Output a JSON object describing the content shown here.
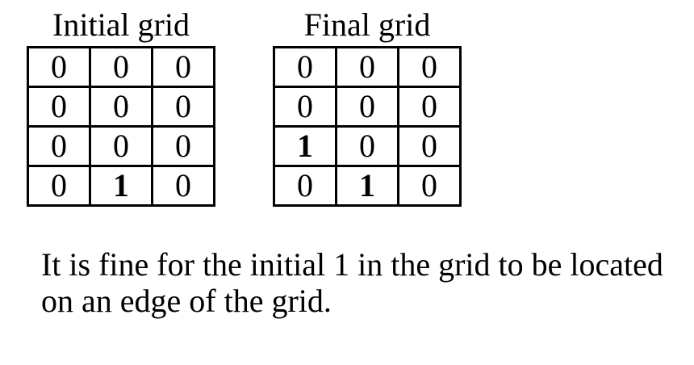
{
  "page": {
    "background": "#ffffff",
    "text_color": "#000000",
    "border_color": "#000000"
  },
  "initial_grid": {
    "title": "Initial grid",
    "rows": [
      [
        "0",
        "0",
        "0"
      ],
      [
        "0",
        "0",
        "0"
      ],
      [
        "0",
        "0",
        "0"
      ],
      [
        "0",
        "1",
        "0"
      ]
    ]
  },
  "final_grid": {
    "title": "Final grid",
    "rows": [
      [
        "0",
        "0",
        "0"
      ],
      [
        "0",
        "0",
        "0"
      ],
      [
        "1",
        "0",
        "0"
      ],
      [
        "0",
        "1",
        "0"
      ]
    ]
  },
  "note": {
    "text": "It is fine for the initial 1 in the grid to be located\non an edge of the grid."
  }
}
